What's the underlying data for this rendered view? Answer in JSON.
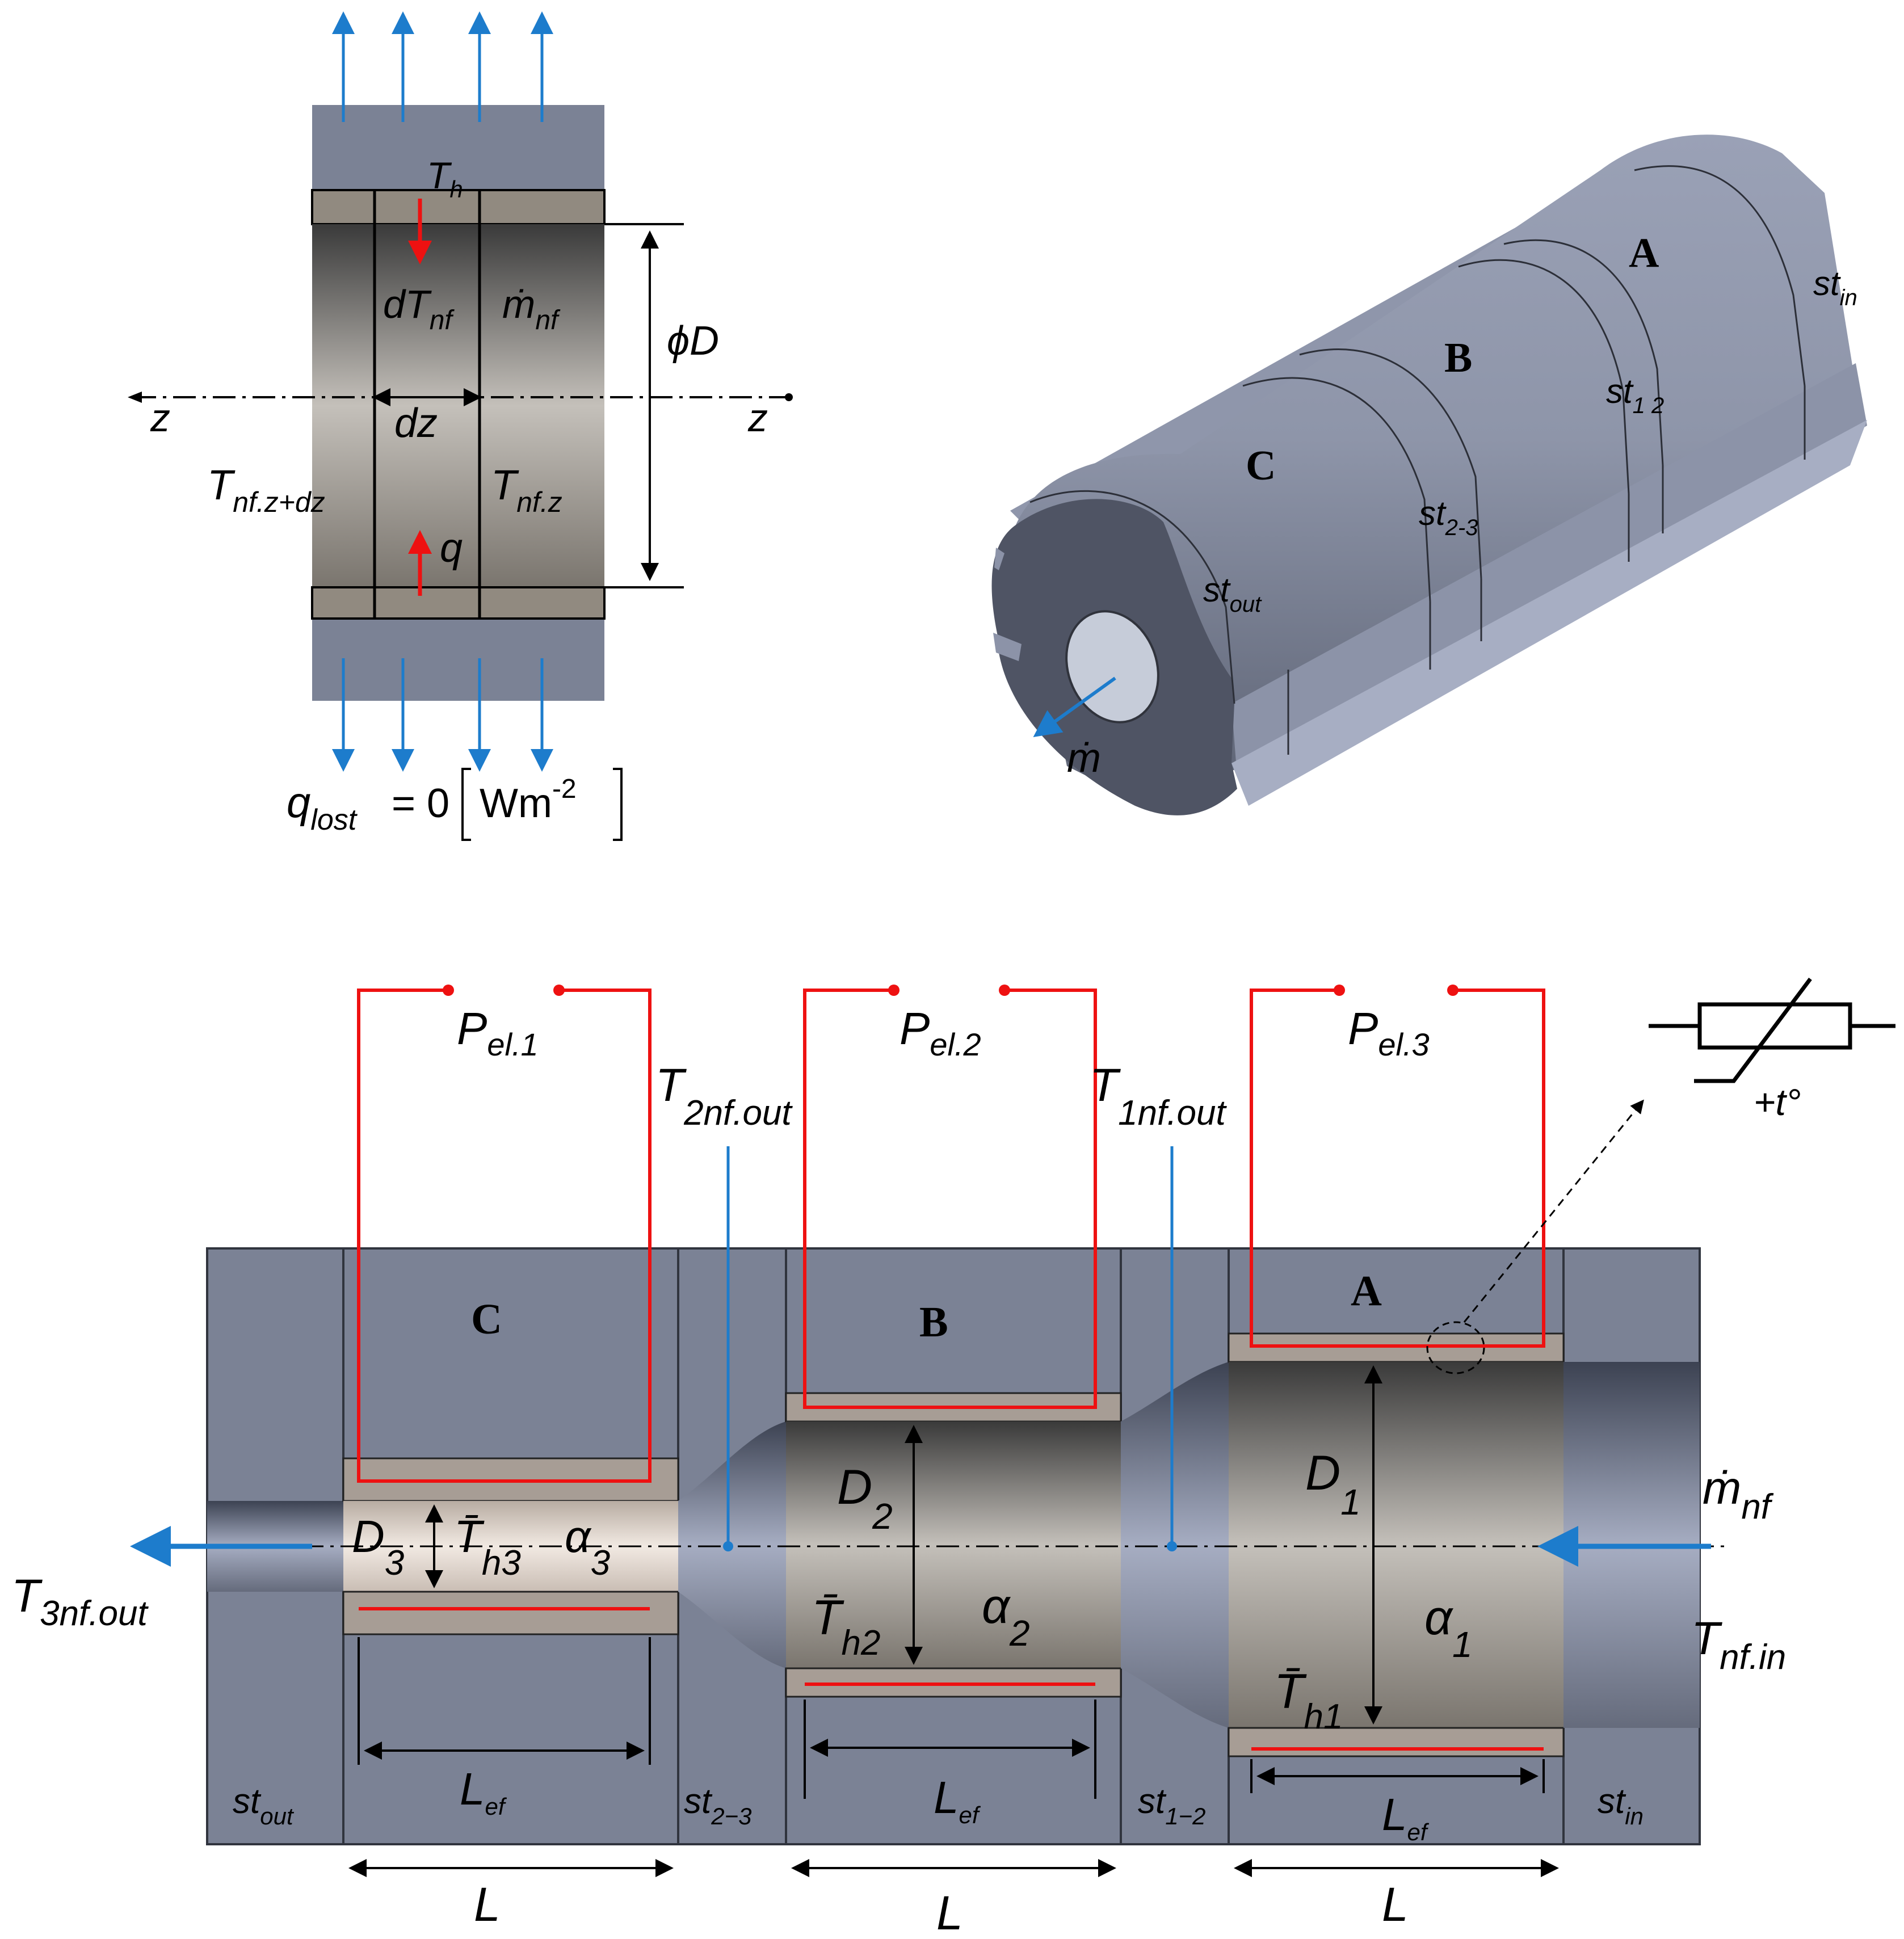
{
  "colors": {
    "metal": "#7b8295",
    "metal_dark": "#535a6a",
    "metal_light": "#a7aec3",
    "heater": "#ee1111",
    "arrow_blue": "#1d7ccc",
    "band": "#918a80"
  },
  "element_diagram": {
    "T_h": {
      "main": "T",
      "sub": "h"
    },
    "dT_nf": {
      "main": "dT",
      "sub": "nf"
    },
    "m_nf": {
      "main": "ṁ",
      "sub": "nf"
    },
    "phiD": "ϕD",
    "z_left": "z",
    "z_right": "z",
    "dz": "dz",
    "T_nf_z_dz": {
      "main": "T",
      "sub": "nf.z+dz"
    },
    "T_nf_z": {
      "main": "T",
      "sub": "nf.z"
    },
    "q": "q",
    "q_lost": {
      "main": "q",
      "sub": "lost",
      "eq": "= 0",
      "unit": "Wm",
      "exp": "-2"
    }
  },
  "iso_view": {
    "section_a": "A",
    "section_b": "B",
    "section_c": "C",
    "st_in": {
      "main": "st",
      "sub": "in"
    },
    "st_1_2": {
      "main": "st",
      "sub": "1 2"
    },
    "st_2_3": {
      "main": "st",
      "sub": "2-3"
    },
    "st_out": {
      "main": "st",
      "sub": "out"
    },
    "m_dot": "ṁ"
  },
  "section_view": {
    "blocks": [
      "C",
      "B",
      "A"
    ],
    "P_el": [
      {
        "main": "P",
        "sub": "el.1"
      },
      {
        "main": "P",
        "sub": "el.2"
      },
      {
        "main": "P",
        "sub": "el.3"
      }
    ],
    "T_2nf_out": {
      "main": "T",
      "sub": "2nf.out"
    },
    "T_1nf_out": {
      "main": "T",
      "sub": "1nf.out"
    },
    "T_3nf_out": {
      "main": "T",
      "sub": "3nf.out"
    },
    "T_nf_in": {
      "main": "T",
      "sub": "nf.in"
    },
    "m_nf": {
      "main": "ṁ",
      "sub": "nf"
    },
    "D": [
      {
        "main": "D",
        "sub": "3"
      },
      {
        "main": "D",
        "sub": "2"
      },
      {
        "main": "D",
        "sub": "1"
      }
    ],
    "T_h_bar": [
      {
        "main": "T̄",
        "sub": "h3"
      },
      {
        "main": "T̄",
        "sub": "h2"
      },
      {
        "main": "T̄",
        "sub": "h1"
      }
    ],
    "alpha": [
      {
        "main": "α",
        "sub": "3"
      },
      {
        "main": "α",
        "sub": "2"
      },
      {
        "main": "α",
        "sub": "1"
      }
    ],
    "L_ef": {
      "main": "L",
      "sub": "ef"
    },
    "L": "L",
    "st_labels": [
      {
        "main": "st",
        "sub": "out"
      },
      {
        "main": "st",
        "sub": "2−3"
      },
      {
        "main": "st",
        "sub": "1−2"
      },
      {
        "main": "st",
        "sub": "in"
      }
    ],
    "thermistor": "+t°"
  }
}
